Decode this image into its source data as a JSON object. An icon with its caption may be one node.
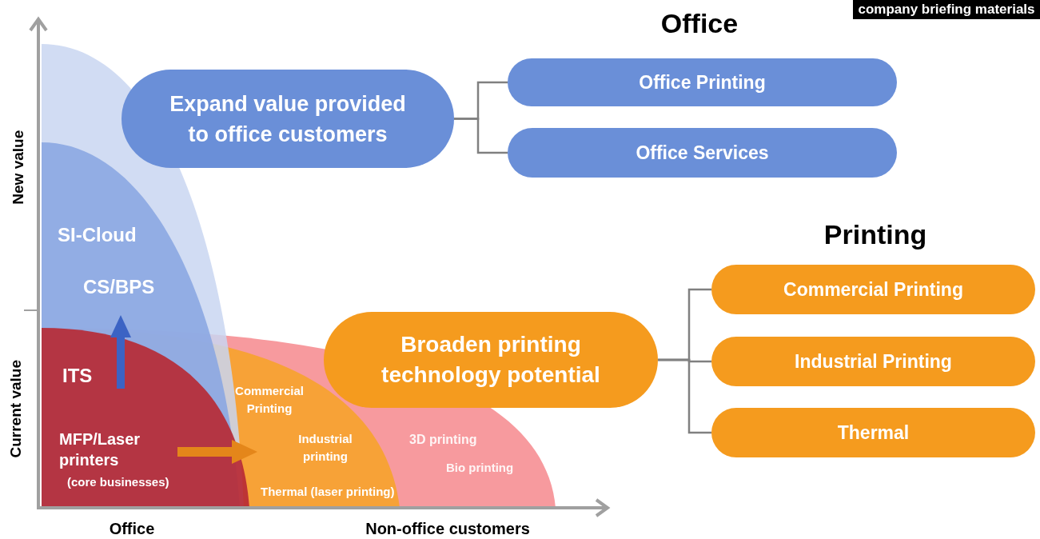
{
  "diagram": {
    "nodes": [
      {
        "text": [
          "Expand value provided to office customers"
        ]
      },
      {
        "text": [
          "Office Printing"
        ]
      },
      {
        "text": [
          "Office Services"
        ]
      },
      {
        "text": [
          "Broaden printing technology potential"
        ]
      },
      {
        "text": [
          "Commercial Printing"
        ]
      },
      {
        "text": [
          "Industrial Printing"
        ]
      },
      {
        "text": [
          "Thermal"
        ]
      }
    ],
    "edges": [
      {
        "from": 0,
        "to": 1,
        "arrow": "none"
      },
      {
        "from": 0,
        "to": 2,
        "arrow": "none"
      },
      {
        "from": 3,
        "to": 4,
        "arrow": "none"
      },
      {
        "from": 3,
        "to": 5,
        "arrow": "none"
      },
      {
        "from": 3,
        "to": 6,
        "arrow": "none"
      }
    ],
    "labels": [
      "company briefing materials",
      "Office",
      "New value",
      "SI-Cloud",
      "Printing",
      "CS/BPS",
      "Current value",
      "ITS",
      "Commercial Printing",
      "MFP/Laser printers",
      "Industrial printing",
      "3D printing",
      "(core businesses)",
      "Bio printing",
      "Thermal (laser printing)",
      "Office",
      "Non-office customers"
    ]
  }
}
